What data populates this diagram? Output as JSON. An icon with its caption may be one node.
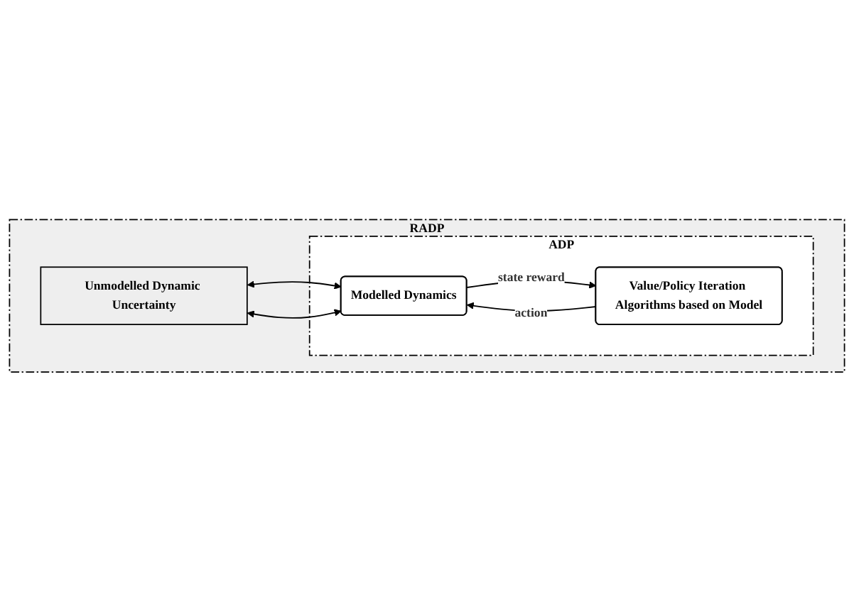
{
  "diagram": {
    "nodes": [
      {
        "text": [
          "RADP"
        ]
      },
      {
        "text": [
          "Unmodelled Dynamic Uncertainty"
        ],
        "in": 0
      },
      {
        "text": [
          "ADP"
        ],
        "in": 0
      },
      {
        "text": [
          "Modelled Dynamics"
        ],
        "in": 2
      },
      {
        "text": [
          "Value/Policy Iteration Algorithms based on Model"
        ],
        "in": 2
      }
    ],
    "edges": [
      {
        "from": 1,
        "to": 3,
        "arrow": "both"
      },
      {
        "from": 1,
        "to": 3,
        "arrow": "both"
      },
      {
        "from": 3,
        "to": 4,
        "arrow": "to",
        "label": "state reward"
      },
      {
        "from": 4,
        "to": 3,
        "arrow": "to",
        "label": "action"
      }
    ]
  }
}
